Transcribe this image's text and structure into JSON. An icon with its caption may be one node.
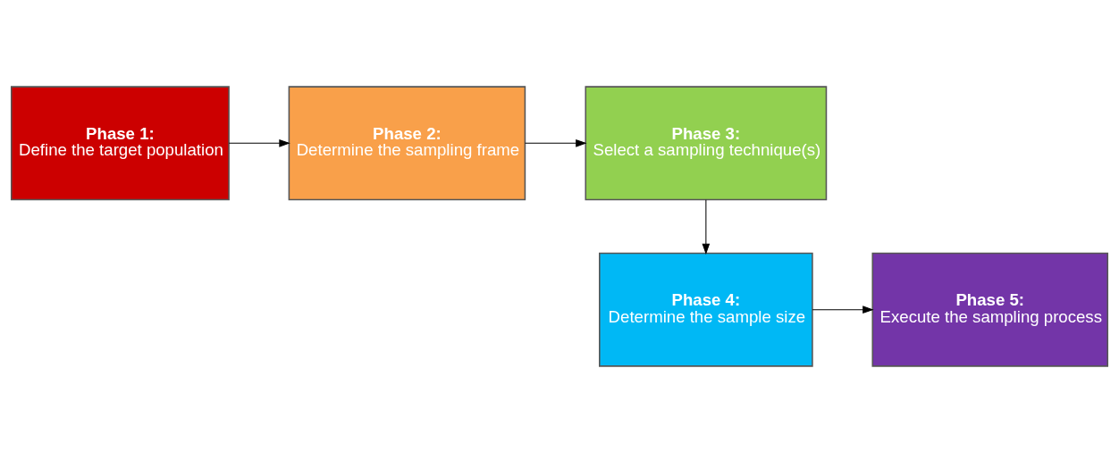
{
  "diagram": {
    "nodes": [
      {
        "text": [
          "Phase 1:",
          "Define the target population"
        ]
      },
      {
        "text": [
          "Phase 2:",
          "Determine the sampling frame"
        ]
      },
      {
        "text": [
          "Phase 3:",
          "Select a sampling technique(s)"
        ]
      },
      {
        "text": [
          "Phase 4:",
          "Determine the sample size"
        ]
      },
      {
        "text": [
          "Phase 5:",
          "Execute the sampling process"
        ]
      }
    ],
    "edges": [
      {
        "from": 0,
        "to": 1,
        "arrow": "to"
      },
      {
        "from": 1,
        "to": 2,
        "arrow": "to"
      },
      {
        "from": 2,
        "to": 3,
        "arrow": "to"
      },
      {
        "from": 3,
        "to": 4,
        "arrow": "to"
      }
    ]
  }
}
